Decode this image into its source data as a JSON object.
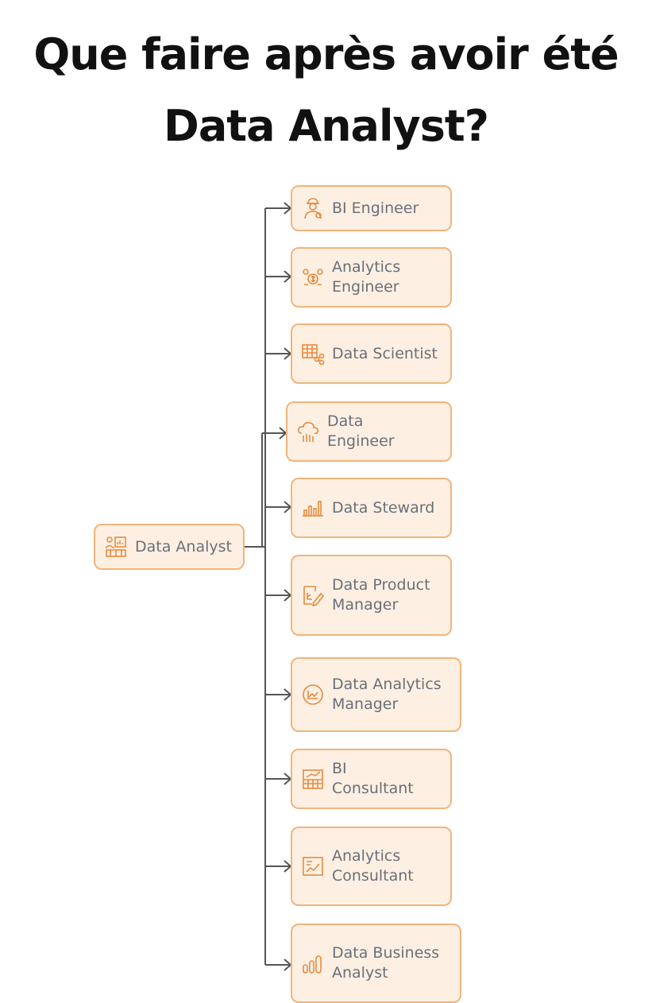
{
  "title": {
    "line1": "Que faire après avoir été",
    "line2": "Data Analyst?"
  },
  "root": {
    "label": "Data Analyst",
    "icon": "presentation-icon"
  },
  "roles": [
    {
      "id": "bi-engineer",
      "label": "BI Engineer",
      "icon": "engineer-icon"
    },
    {
      "id": "analytics-engineer",
      "label": "Analytics\nEngineer",
      "icon": "money-gears-icon"
    },
    {
      "id": "data-scientist",
      "label": "Data Scientist",
      "icon": "table-network-icon"
    },
    {
      "id": "data-engineer",
      "label": "Data\nEngineer",
      "icon": "cloud-data-icon"
    },
    {
      "id": "data-steward",
      "label": "Data Steward",
      "icon": "bar-chart-icon"
    },
    {
      "id": "data-product-manager",
      "label": "Data Product\nManager",
      "icon": "edit-chart-icon"
    },
    {
      "id": "data-analytics-manager",
      "label": "Data Analytics\nManager",
      "icon": "trend-circle-icon"
    },
    {
      "id": "bi-consultant",
      "label": "BI\nConsultant",
      "icon": "chart-grid-icon"
    },
    {
      "id": "analytics-consultant",
      "label": "Analytics\nConsultant",
      "icon": "report-icon"
    },
    {
      "id": "data-business-analyst",
      "label": "Data Business\nAnalyst",
      "icon": "coins-chart-icon"
    }
  ],
  "colors": {
    "box_fill": "#fdf0e3",
    "box_border": "#f4b37a",
    "icon": "#e98a3d",
    "text": "#6b6f78",
    "connector": "#555555"
  }
}
